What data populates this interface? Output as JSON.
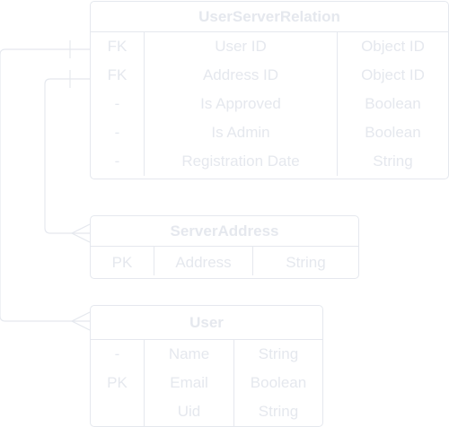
{
  "colors": {
    "line": "#e5e8ee",
    "text": "#e5e8ee",
    "background": "#ffffff"
  },
  "entities": {
    "user_server_relation": {
      "title": "UserServerRelation",
      "rows": [
        {
          "key": "FK",
          "field": "User ID",
          "type": "Object ID"
        },
        {
          "key": "FK",
          "field": "Address ID",
          "type": "Object ID"
        },
        {
          "key": "-",
          "field": "Is Approved",
          "type": "Boolean"
        },
        {
          "key": "-",
          "field": "Is Admin",
          "type": "Boolean"
        },
        {
          "key": "-",
          "field": "Registration Date",
          "type": "String"
        }
      ]
    },
    "server_address": {
      "title": "ServerAddress",
      "rows": [
        {
          "key": "PK",
          "field": "Address",
          "type": "String"
        }
      ]
    },
    "user": {
      "title": "User",
      "rows": [
        {
          "key": "-",
          "field": "Name",
          "type": "String"
        },
        {
          "key": "PK",
          "field": "Email",
          "type": "Boolean"
        },
        {
          "key": "",
          "field": "Uid",
          "type": "String"
        }
      ]
    }
  },
  "relations": [
    {
      "from": "UserServerRelation.User ID",
      "to": "User",
      "from_end": "one",
      "to_end": "many"
    },
    {
      "from": "UserServerRelation.Address ID",
      "to": "ServerAddress",
      "from_end": "one",
      "to_end": "many"
    }
  ]
}
